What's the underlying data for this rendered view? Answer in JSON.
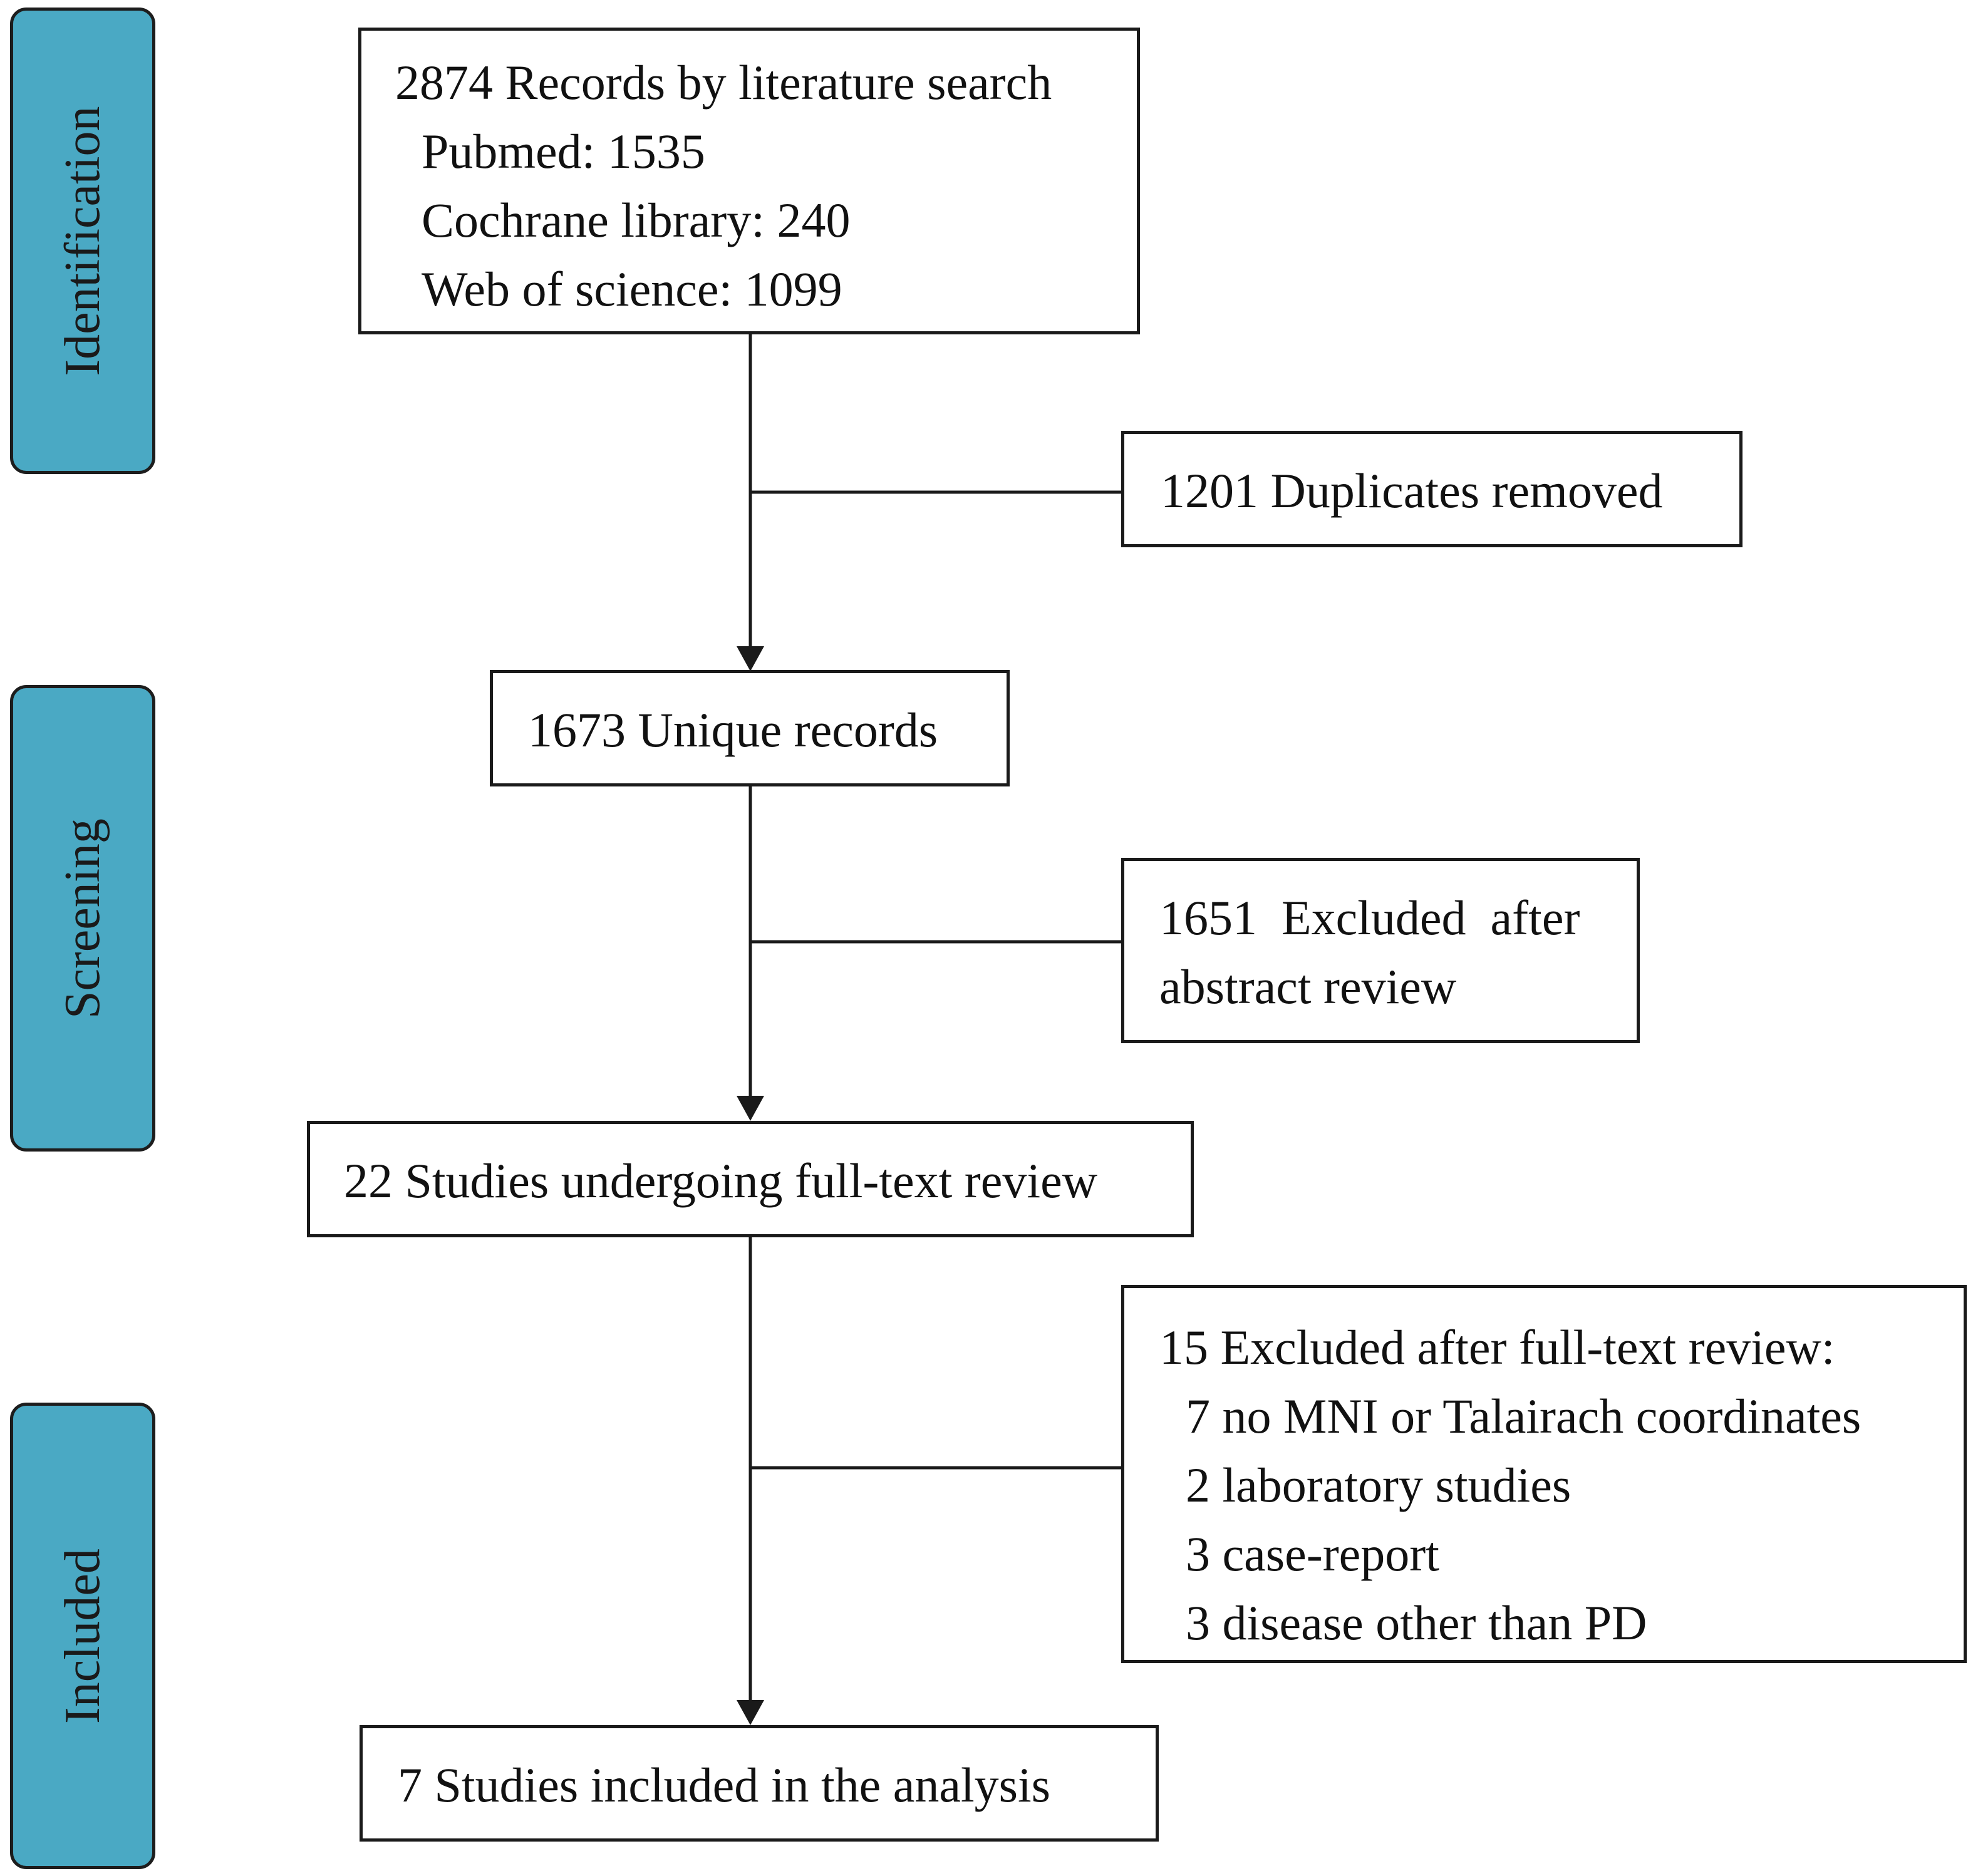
{
  "stages": {
    "identification": "Identification",
    "screening": "Screening",
    "included": "Included"
  },
  "boxes": {
    "records": {
      "title": "2874 Records by literature search",
      "lines": [
        "Pubmed: 1535",
        "Cochrane library: 240",
        "Web of science: 1099"
      ]
    },
    "duplicates": {
      "text": "1201 Duplicates removed"
    },
    "unique": {
      "text": "1673 Unique records"
    },
    "abstract_excluded": {
      "line1": "1651  Excluded  after",
      "line2": "abstract review"
    },
    "fulltext": {
      "text": "22 Studies undergoing full-text review"
    },
    "fulltext_excluded": {
      "title": "15 Excluded after full-text review:",
      "reasons": [
        "7 no MNI or Talairach coordinates",
        "2 laboratory studies",
        "3 case-report",
        "3 disease other than PD"
      ]
    },
    "included": {
      "text": "7 Studies included in the analysis"
    }
  },
  "colors": {
    "stage_fill": "#4aa9c4",
    "line": "#1a1a1a"
  }
}
